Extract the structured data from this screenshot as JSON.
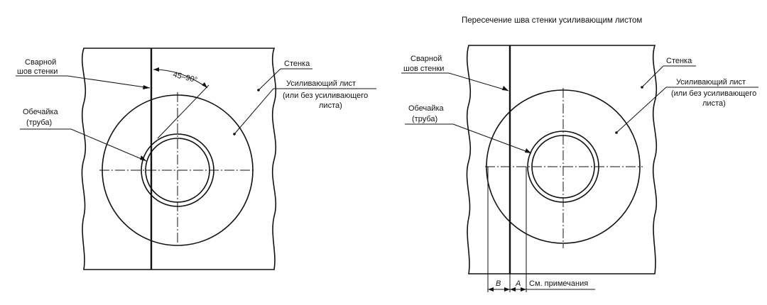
{
  "diagram": {
    "title": "Пересечение шва стенки усиливающим листом",
    "left": {
      "weld_seam": [
        "Сварной",
        "шов стенки"
      ],
      "wall": "Стенка",
      "plate": [
        "Усиливающий лист",
        "(или без усиливающего",
        "листа)"
      ],
      "shell": [
        "Обечайка",
        "(труба)"
      ],
      "angle": "45–90°"
    },
    "right": {
      "weld_seam": [
        "Сварной",
        "шов стенки"
      ],
      "wall": "Стенка",
      "plate": [
        "Усиливающий лист",
        "(или без усиливающего",
        "листа)"
      ],
      "shell": [
        "Обечайка",
        "(труба)"
      ],
      "dim_b": "B",
      "dim_a": "A",
      "note": "См. примечания"
    }
  }
}
